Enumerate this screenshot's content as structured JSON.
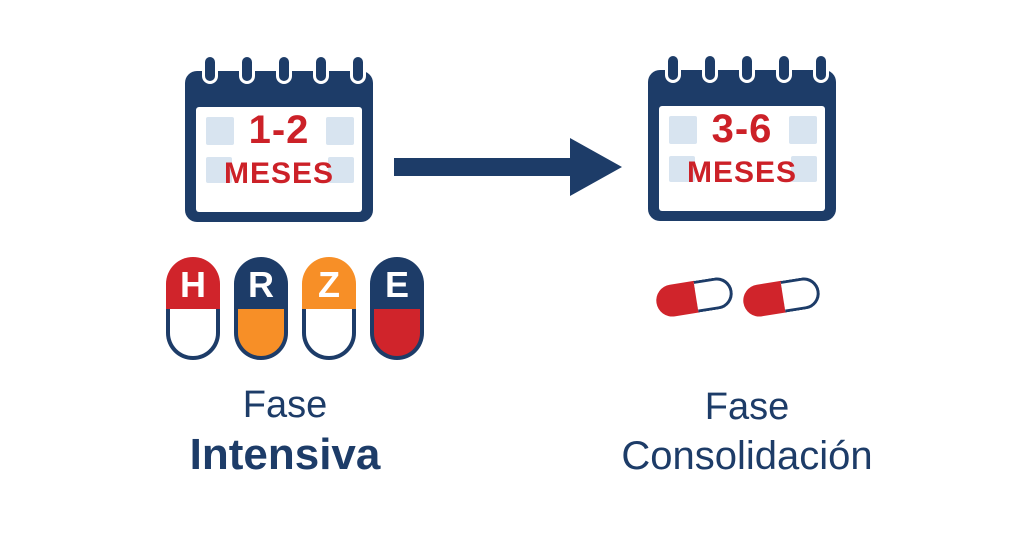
{
  "colors": {
    "navy": "#1d3c68",
    "red": "#d0242b",
    "orange": "#f78f27",
    "light_blue": "#d8e4f0",
    "white": "#ffffff",
    "calendar_text_red": "#cc2128"
  },
  "arrow": {
    "icon": "right-arrow",
    "color": "#1d3c68"
  },
  "intensive_phase": {
    "calendar": {
      "duration": "1-2",
      "unit": "MESES"
    },
    "pills": [
      {
        "letter": "H",
        "top_color": "#d0242b",
        "bottom_color": "#ffffff"
      },
      {
        "letter": "R",
        "top_color": "#1d3c68",
        "bottom_color": "#f78f27"
      },
      {
        "letter": "Z",
        "top_color": "#f78f27",
        "bottom_color": "#ffffff"
      },
      {
        "letter": "E",
        "top_color": "#1d3c68",
        "bottom_color": "#d0242b"
      }
    ],
    "label_line1": "Fase",
    "label_line2": "Intensiva"
  },
  "consolidation_phase": {
    "calendar": {
      "duration": "3-6",
      "unit": "MESES"
    },
    "pills": [
      {
        "left_color": "#d0242b",
        "right_color": "#ffffff"
      },
      {
        "left_color": "#d0242b",
        "right_color": "#ffffff"
      }
    ],
    "label_line1": "Fase",
    "label_line2": "Consolidación"
  }
}
